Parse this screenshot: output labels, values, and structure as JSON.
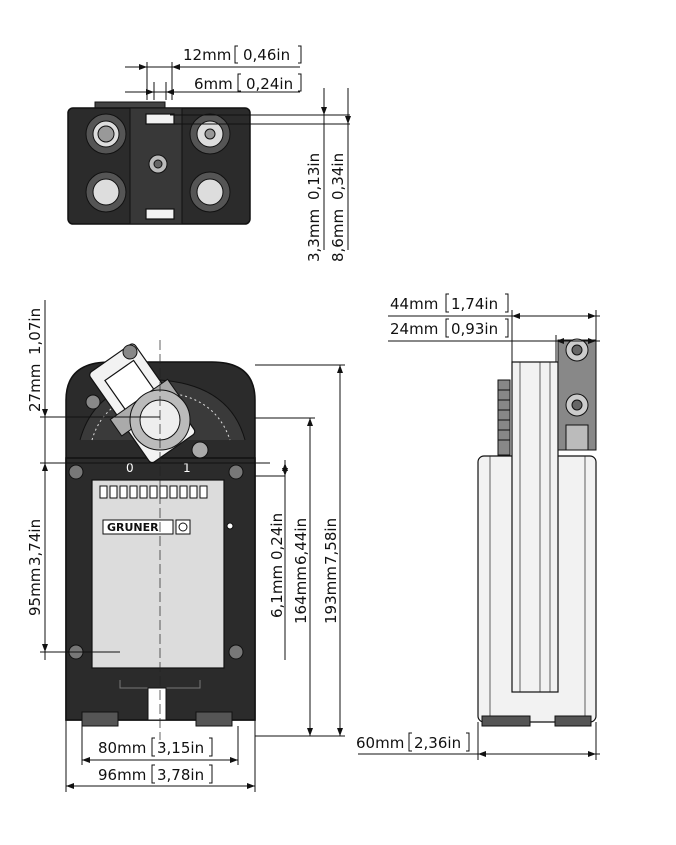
{
  "top_view": {
    "dim_width_outer": "12mm",
    "dim_width_outer_in": "0,46in",
    "dim_width_inner": "6mm",
    "dim_width_inner_in": "0,24in",
    "dim_depth_a": "3,3mm",
    "dim_depth_a_in": "0,13in",
    "dim_depth_b": "8,6mm",
    "dim_depth_b_in": "0,34in"
  },
  "front_view": {
    "dim_top_offset": "27mm",
    "dim_top_offset_in": "1,07in",
    "dim_hole_spacing": "95mm",
    "dim_hole_spacing_in": "3,74in",
    "dim_small": "6,1mm",
    "dim_small_in": "0,24in",
    "dim_body_height": "164mm",
    "dim_body_height_in": "6,44in",
    "dim_total_height": "193mm",
    "dim_total_height_in": "7,58in",
    "dim_inner_width": "80mm",
    "dim_inner_width_in": "3,15in",
    "dim_total_width": "96mm",
    "dim_total_width_in": "3,78in",
    "brand": "GRUNER",
    "scale_min": "0",
    "scale_max": "1"
  },
  "side_view": {
    "dim_top_width": "44mm",
    "dim_top_width_in": "1,74in",
    "dim_shaft_width": "24mm",
    "dim_shaft_width_in": "0,93in",
    "dim_depth": "60mm",
    "dim_depth_in": "2,36in"
  }
}
